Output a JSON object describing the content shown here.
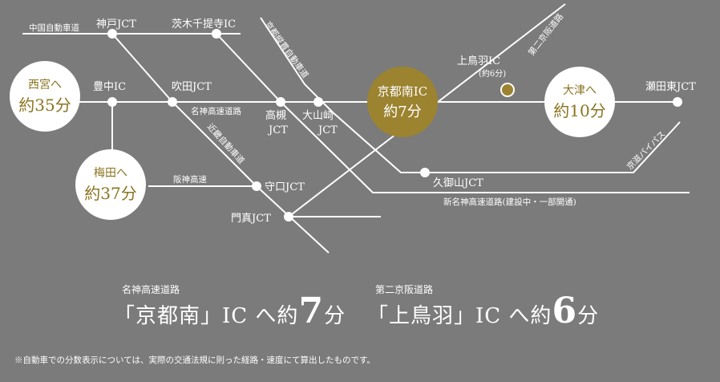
{
  "bubbles": {
    "nishinomiya": {
      "line1": "西宮へ",
      "line2": "約35分"
    },
    "umeda": {
      "line1": "梅田へ",
      "line2": "約37分"
    },
    "kyoto_minami": {
      "line1": "京都南IC",
      "line2": "約7分"
    },
    "otsu": {
      "line1": "大津へ",
      "line2": "約10分"
    }
  },
  "nodes": {
    "kobe_jct": "神戸JCT",
    "ibaraki_ic": "茨木千提寺IC",
    "toyonaka_ic": "豊中IC",
    "suita_jct": "吹田JCT",
    "takatsuki_jct": [
      "高槻",
      "JCT"
    ],
    "oyamazaki_jct": [
      "大山崎",
      "JCT"
    ],
    "kamitoba_ic": "上鳥羽IC",
    "kamitoba_time": "(約6分)",
    "seta_higashi_jct": "瀬田東JCT",
    "kumiyama_jct": "久御山JCT",
    "moriguchi_jct": "守口JCT",
    "kadoma_jct": "門真JCT"
  },
  "roads": {
    "chugoku": "中国自動車道",
    "keiji_jukan": "京都縦貫自動車道",
    "daini_keihan": "第二京阪道路",
    "meishin": "名神高速道路",
    "kinki": "近畿自動車道",
    "hanshin": "阪神高速",
    "shin_meishin": "新名神高速道路(建設中・一部開通)",
    "keiji_bypass": "京滋バイパス"
  },
  "headline": {
    "left_small": "名神高速道路",
    "left_pre": "「京都南」IC へ約",
    "left_num": "7",
    "left_post": "分",
    "right_small": "第二京阪道路",
    "right_pre": "「上鳥羽」IC へ約",
    "right_num": "6",
    "right_post": "分"
  },
  "note": "※自動車での分数表示については、実際の交通法規に則った経路・速度にて算出したものです。",
  "colors": {
    "background": "#7b7b7b",
    "gold": "#9c8330",
    "gold_text": "#8a7420",
    "line": "#ffffff"
  }
}
